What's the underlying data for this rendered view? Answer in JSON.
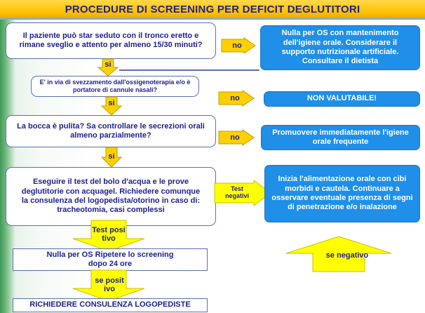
{
  "title": "PROCEDURE DI SCREENING PER DEFICIT DEGLUTITORI",
  "steps": [
    {
      "question": "Il paziente può star seduto con il tronco eretto e rimane sveglio e attento per almeno 15/30 minuti?",
      "no_label": "no",
      "no_action": "Nulla per OS con mantenimento dell'igiene orale. Considerare il supporto nutrizionale artificiale. Consultare il dietista",
      "yes_label": "si"
    },
    {
      "question": "E' in via di svezzamento dall'ossigenoterapia e/o è portatore di cannule nasali?",
      "no_label": "no",
      "no_action": "NON VALUTABILE!",
      "yes_label": "si"
    },
    {
      "question": "La bocca è pulita? Sa controllare le secrezioni orali almeno parzialmente?",
      "no_label": "no",
      "no_action": "Promuovere immediatamente l'igiene orale frequente",
      "yes_label": "si"
    },
    {
      "question": "Eseguire il test del bolo d'acqua e le prove deglutitorie con acquagel. Richiedere comunque la consulenza del logopedista/otorino in caso di: tracheotomia, casi complessi",
      "negative_label": "Test negativi",
      "negative_action": "Inizia l'alimentazione orale con cibi morbidi e cautela. Continuare a osservare eventuale presenza di segni di penetrazione e/o inalazione",
      "positive_label": "Test positivo"
    }
  ],
  "retry_box": "Nulla per OS Ripetere lo screening dopo 24 ore",
  "retry_negative_label": "se negativo",
  "retry_positive_label": "se positivo",
  "final_box": "RICHIEDERE CONSULENZA LOGOPEDISTE"
}
